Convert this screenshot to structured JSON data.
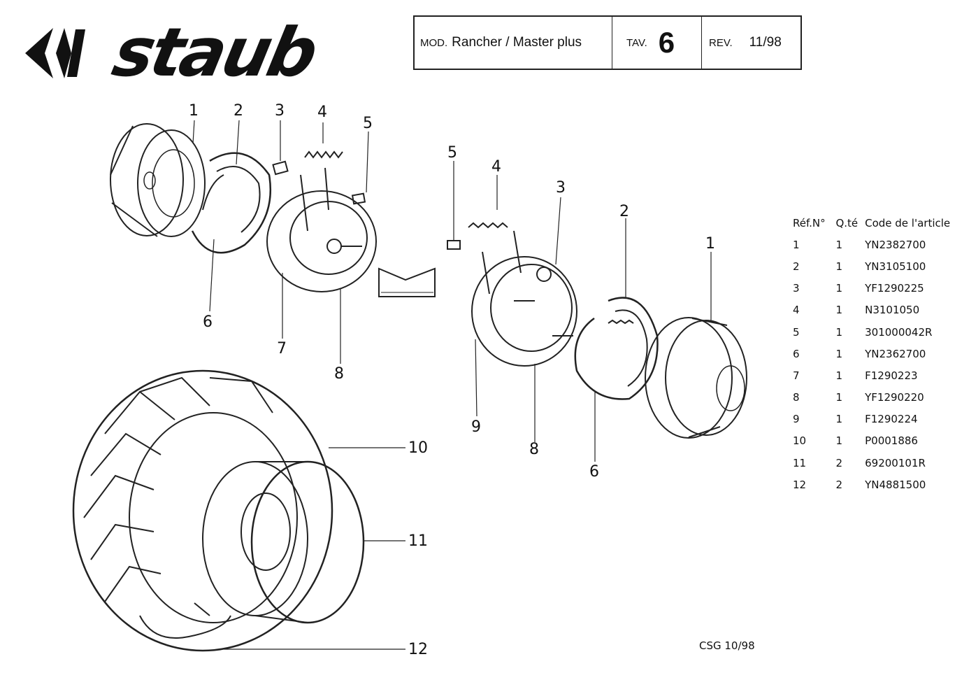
{
  "header": {
    "brand": "staub",
    "mod_label": "MOD.",
    "model": "Rancher / Master plus",
    "tav_label": "TAV.",
    "tav_value": "6",
    "rev_label": "REV.",
    "rev_value": "11/98"
  },
  "callouts_left": [
    "1",
    "2",
    "3",
    "4",
    "5",
    "6",
    "7",
    "8"
  ],
  "callouts_right": [
    "5",
    "4",
    "3",
    "2",
    "1",
    "9",
    "8",
    "6"
  ],
  "callouts_wheel": [
    "10",
    "11",
    "12"
  ],
  "parts_table": {
    "headers": [
      "Réf.N°",
      "Q.té",
      "Code de l'article"
    ],
    "rows": [
      [
        "1",
        "1",
        "YN2382700"
      ],
      [
        "2",
        "1",
        "YN3105100"
      ],
      [
        "3",
        "1",
        "YF1290225"
      ],
      [
        "4",
        "1",
        "N3101050"
      ],
      [
        "5",
        "1",
        "301000042R"
      ],
      [
        "6",
        "1",
        "YN2362700"
      ],
      [
        "7",
        "1",
        "F1290223"
      ],
      [
        "8",
        "1",
        "YF1290220"
      ],
      [
        "9",
        "1",
        "F1290224"
      ],
      [
        "10",
        "1",
        "P0001886"
      ],
      [
        "11",
        "2",
        "69200101R"
      ],
      [
        "12",
        "2",
        "YN4881500"
      ]
    ]
  },
  "footer": {
    "code": "CSG 10/98"
  }
}
